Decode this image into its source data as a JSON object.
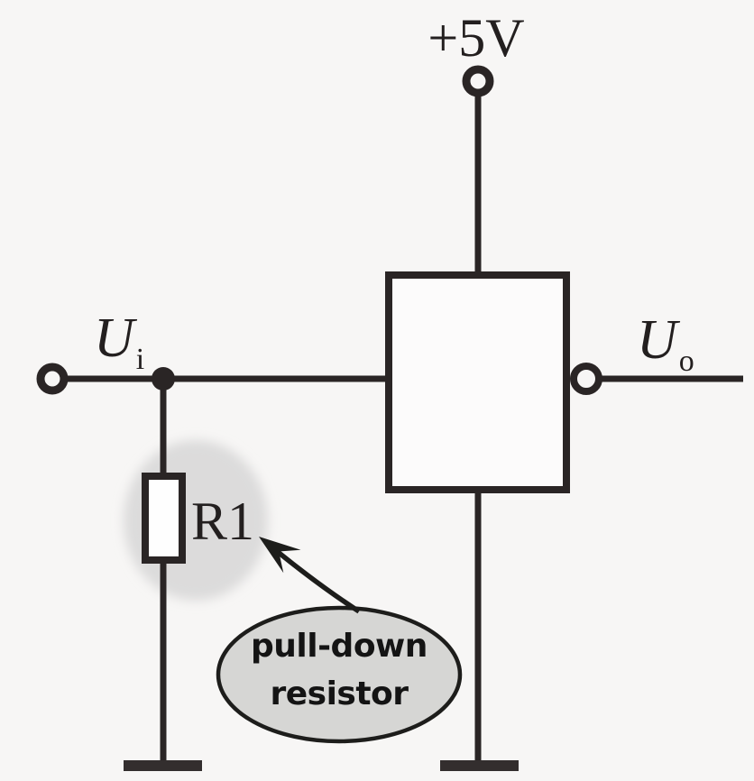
{
  "figure": {
    "type": "circuit-diagram",
    "description": "Logic gate input stage with a pull-down resistor to ground"
  },
  "labels": {
    "supply_voltage": "+5V",
    "input_signal": {
      "base": "U",
      "subscript": "i"
    },
    "output_signal": {
      "base": "U",
      "subscript": "o"
    },
    "resistor_designator": "R1",
    "callout": {
      "line1": "pull-down",
      "line2": "resistor"
    }
  },
  "colors": {
    "background": "#f7f6f5",
    "line": "#2a2525",
    "ground_bar": "#332e2e",
    "highlight_blob": "#dcdbdb",
    "callout_fill": "#d6d6d4",
    "callout_stroke": "#1d1d1b",
    "component_fill": "#fcfbfb"
  }
}
